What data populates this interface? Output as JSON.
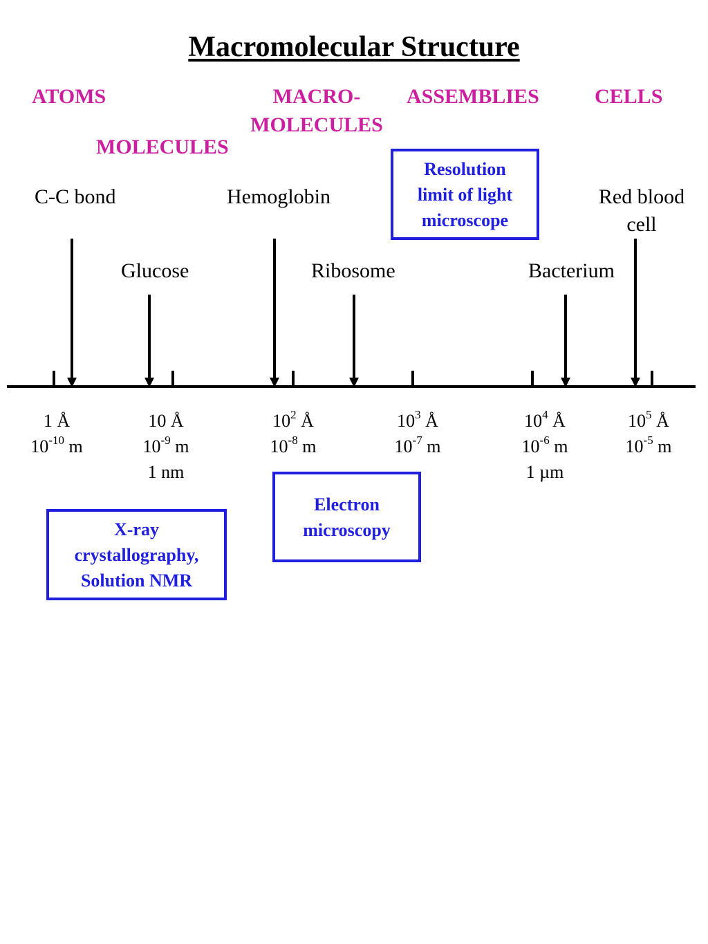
{
  "title": "Macromolecular Structure",
  "categories": {
    "atoms": "ATOMS",
    "molecules": "MOLECULES",
    "macro_line1": "MACRO-",
    "macro_line2": "MOLECULES",
    "assemblies": "ASSEMBLIES",
    "cells": "CELLS"
  },
  "objects": {
    "cc_bond": "C-C bond",
    "glucose": "Glucose",
    "hemoglobin": "Hemoglobin",
    "ribosome": "Ribosome",
    "bacterium": "Bacterium",
    "red_blood_cell_line1": "Red blood",
    "red_blood_cell_line2": "cell"
  },
  "scale": {
    "s1": {
      "ang": "1 Å",
      "m_base": "10",
      "m_exp": "-10",
      "m_unit": " m"
    },
    "s2": {
      "ang": "10 Å",
      "m_base": "10",
      "m_exp": "-9",
      "m_unit": " m",
      "extra": "1 nm"
    },
    "s3": {
      "a_base": "10",
      "a_exp": "2",
      "a_unit": " Å",
      "m_base": "10",
      "m_exp": "-8",
      "m_unit": " m"
    },
    "s4": {
      "a_base": "10",
      "a_exp": "3",
      "a_unit": " Å",
      "m_base": "10",
      "m_exp": "-7",
      "m_unit": " m"
    },
    "s5": {
      "a_base": "10",
      "a_exp": "4",
      "a_unit": " Å",
      "m_base": "10",
      "m_exp": "-6",
      "m_unit": " m",
      "extra": "1 µm"
    },
    "s6": {
      "a_base": "10",
      "a_exp": "5",
      "a_unit": " Å",
      "m_base": "10",
      "m_exp": "-5",
      "m_unit": " m"
    }
  },
  "boxes": {
    "light": "Resolution\nlimit of light\nmicroscope",
    "electron": "Electron\nmicroscopy",
    "xray": "X-ray\ncrystallography,\nSolution NMR"
  },
  "colors": {
    "category": "#cc1f9f",
    "box": "#1f1fdd"
  }
}
